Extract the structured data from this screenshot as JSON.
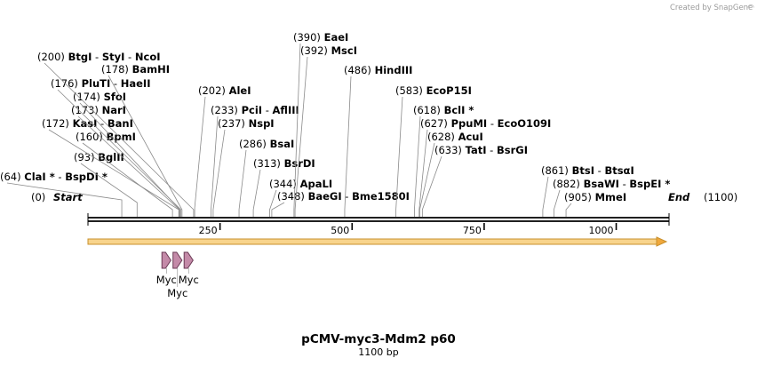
{
  "credit": "Created by SnapGene",
  "title": "pCMV-myc3-Mdm2 p60",
  "subtitle": "1100 bp",
  "start_label": "Start",
  "start_pos": "(0)",
  "end_label": "End",
  "end_pos": "(1100)",
  "sequence_length": 1100,
  "ticks": [
    "250",
    "500",
    "750",
    "1000"
  ],
  "features": [
    {
      "label": "Myc",
      "start": 140,
      "end": 157
    },
    {
      "label": "Myc",
      "start": 161,
      "end": 178
    },
    {
      "label": "Myc",
      "start": 182,
      "end": 199
    }
  ],
  "sites": [
    {
      "pos": "(64)",
      "names": [
        "ClaI *",
        "BspDI *"
      ],
      "bp": 64
    },
    {
      "pos": "(93)",
      "names": [
        "BglII"
      ],
      "bp": 93
    },
    {
      "pos": "(160)",
      "names": [
        "BpmI"
      ],
      "bp": 160
    },
    {
      "pos": "(172)",
      "names": [
        "KasI",
        "BanI"
      ],
      "bp": 172
    },
    {
      "pos": "(173)",
      "names": [
        "NarI"
      ],
      "bp": 173
    },
    {
      "pos": "(174)",
      "names": [
        "SfoI"
      ],
      "bp": 174
    },
    {
      "pos": "(176)",
      "names": [
        "PluTI",
        "HaeII"
      ],
      "bp": 176
    },
    {
      "pos": "(178)",
      "names": [
        "BamHI"
      ],
      "bp": 178
    },
    {
      "pos": "(200)",
      "names": [
        "BtgI",
        "StyI",
        "NcoI"
      ],
      "bp": 200
    },
    {
      "pos": "(202)",
      "names": [
        "AleI"
      ],
      "bp": 202
    },
    {
      "pos": "(233)",
      "names": [
        "PciI",
        "AflIII"
      ],
      "bp": 233
    },
    {
      "pos": "(237)",
      "names": [
        "NspI"
      ],
      "bp": 237
    },
    {
      "pos": "(286)",
      "names": [
        "BsaI"
      ],
      "bp": 286
    },
    {
      "pos": "(313)",
      "names": [
        "BsrDI"
      ],
      "bp": 313
    },
    {
      "pos": "(344)",
      "names": [
        "ApaLI"
      ],
      "bp": 344
    },
    {
      "pos": "(348)",
      "names": [
        "BaeGI",
        "Bme1580I"
      ],
      "bp": 348
    },
    {
      "pos": "(390)",
      "names": [
        "EaeI"
      ],
      "bp": 390
    },
    {
      "pos": "(392)",
      "names": [
        "MscI"
      ],
      "bp": 392
    },
    {
      "pos": "(486)",
      "names": [
        "HindIII"
      ],
      "bp": 486
    },
    {
      "pos": "(583)",
      "names": [
        "EcoP15I"
      ],
      "bp": 583
    },
    {
      "pos": "(618)",
      "names": [
        "BclI *"
      ],
      "bp": 618
    },
    {
      "pos": "(627)",
      "names": [
        "PpuMI",
        "EcoO109I"
      ],
      "bp": 627
    },
    {
      "pos": "(628)",
      "names": [
        "AcuI"
      ],
      "bp": 628
    },
    {
      "pos": "(633)",
      "names": [
        "TatI",
        "BsrGI"
      ],
      "bp": 633
    },
    {
      "pos": "(861)",
      "names": [
        "BtsI",
        "BtsαI"
      ],
      "bp": 861
    },
    {
      "pos": "(882)",
      "names": [
        "BsaWI",
        "BspEI *"
      ],
      "bp": 882
    },
    {
      "pos": "(905)",
      "names": [
        "MmeI"
      ],
      "bp": 905
    }
  ]
}
